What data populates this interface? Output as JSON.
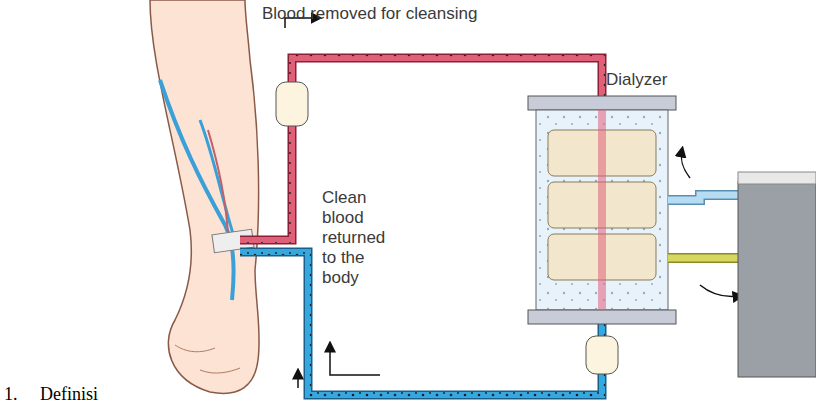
{
  "diagram": {
    "labels": [
      "Blood removed for cleansing",
      "Dialyzer",
      "Clean blood returned to the body",
      "1.",
      "Definisi"
    ]
  }
}
